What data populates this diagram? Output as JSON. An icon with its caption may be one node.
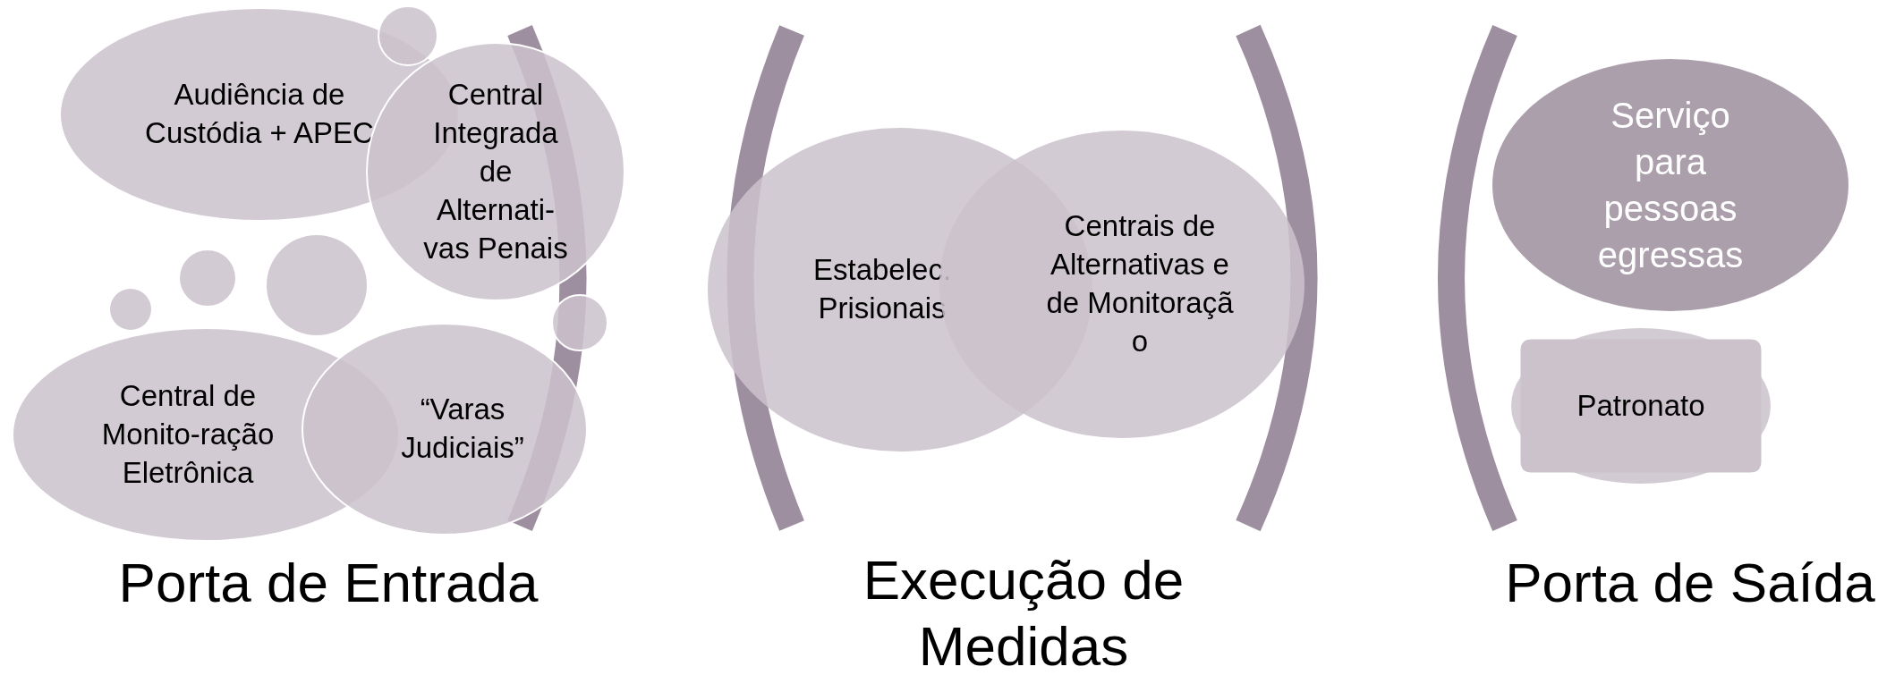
{
  "diagram": {
    "nodes": [
      {
        "text": [
          "Audiência de Custódia + APEC"
        ]
      },
      {
        "text": [
          "Central Integrada de Alternati-vas Penais"
        ]
      },
      {
        "text": [
          "Central de Monito-ração Eletrônica"
        ]
      },
      {
        "text": [
          "“Varas Judiciais”"
        ]
      },
      {
        "text": [
          "Estabelec. Prisionais"
        ]
      },
      {
        "text": [
          "Centrais de Alternativas e de Monitoraçã o"
        ]
      },
      {
        "text": [
          "Serviço para pessoas egressas"
        ]
      },
      {
        "text": [
          "Patronato"
        ]
      },
      {
        "text": [],
        "shape": "circle"
      },
      {
        "text": [],
        "shape": "circle"
      },
      {
        "text": [],
        "shape": "circle"
      },
      {
        "text": [],
        "shape": "circle"
      },
      {
        "text": [],
        "shape": "circle"
      }
    ],
    "edges": [],
    "labels": [
      "Porta de Entrada",
      "Execução de Medidas",
      "Porta de Saída"
    ]
  }
}
